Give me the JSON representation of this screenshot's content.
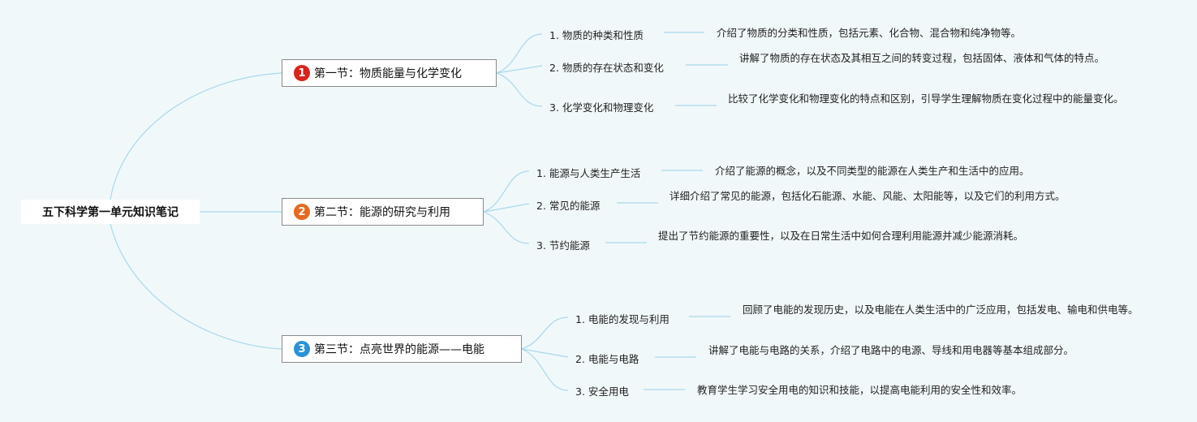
{
  "root": {
    "title": "五下科学第一单元知识笔记"
  },
  "colors": {
    "line": "#a8d8ea",
    "badge1": "#d9231b",
    "badge2": "#e46a1f",
    "badge3": "#2a93d5",
    "background": "#f1f8fa"
  },
  "sections": [
    {
      "num": "1",
      "title": "第一节：物质能量与化学变化",
      "items": [
        {
          "label": "1. 物质的种类和性质",
          "desc": "介绍了物质的分类和性质，包括元素、化合物、混合物和纯净物等。"
        },
        {
          "label": "2. 物质的存在状态和变化",
          "desc": "讲解了物质的存在状态及其相互之间的转变过程，包括固体、液体和气体的特点。"
        },
        {
          "label": "3. 化学变化和物理变化",
          "desc": "比较了化学变化和物理变化的特点和区别，引导学生理解物质在变化过程中的能量变化。"
        }
      ]
    },
    {
      "num": "2",
      "title": "第二节：能源的研究与利用",
      "items": [
        {
          "label": "1. 能源与人类生产生活",
          "desc": "介绍了能源的概念，以及不同类型的能源在人类生产和生活中的应用。"
        },
        {
          "label": "2. 常见的能源",
          "desc": "详细介绍了常见的能源，包括化石能源、水能、风能、太阳能等，以及它们的利用方式。"
        },
        {
          "label": "3. 节约能源",
          "desc": "提出了节约能源的重要性，以及在日常生活中如何合理利用能源并减少能源消耗。"
        }
      ]
    },
    {
      "num": "3",
      "title": "第三节：点亮世界的能源——电能",
      "items": [
        {
          "label": "1. 电能的发现与利用",
          "desc": "回顾了电能的发现历史，以及电能在人类生活中的广泛应用，包括发电、输电和供电等。"
        },
        {
          "label": "2. 电能与电路",
          "desc": "讲解了电能与电路的关系，介绍了电路中的电源、导线和用电器等基本组成部分。"
        },
        {
          "label": "3. 安全用电",
          "desc": "教育学生学习安全用电的知识和技能，以提高电能利用的安全性和效率。"
        }
      ]
    }
  ]
}
